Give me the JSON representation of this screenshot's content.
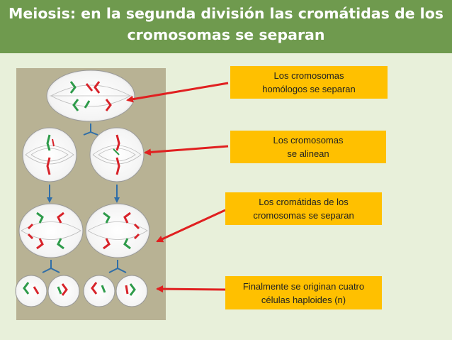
{
  "title": {
    "line1": "Meiosis: en la segunda división las cromátidas de los",
    "line2": "cromosomas se separan"
  },
  "labels": [
    {
      "line1": "Los cromosomas",
      "line2": "homólogos se separan"
    },
    {
      "line1": "Los cromosomas",
      "line2": "se alinean"
    },
    {
      "line1": "Los cromátidas de los",
      "line2": "cromosomas  se separan"
    },
    {
      "line1": "Finalmente se originan cuatro",
      "line2": "células haploides (n)"
    }
  ],
  "colors": {
    "title_bar": "#6f9a4e",
    "background": "#e8f0da",
    "panel": "#b8b294",
    "label_fill": "#ffc000",
    "arrow": "#e02020",
    "chromosome_red": "#d8232a",
    "chromosome_green": "#2e9b4a",
    "flow_arrow": "#2f6ea8"
  }
}
